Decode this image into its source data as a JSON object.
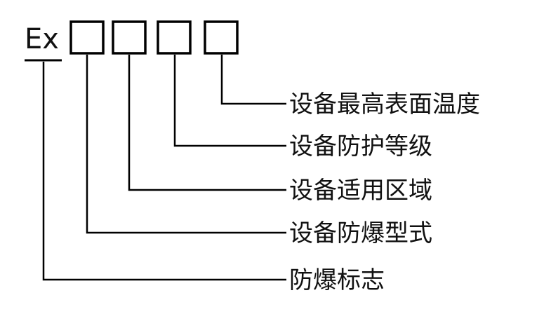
{
  "prefix": "Ex",
  "labels": [
    "设备最高表面温度",
    "设备防护等级",
    "设备适用区域",
    "设备防爆型式",
    "防爆标志"
  ]
}
